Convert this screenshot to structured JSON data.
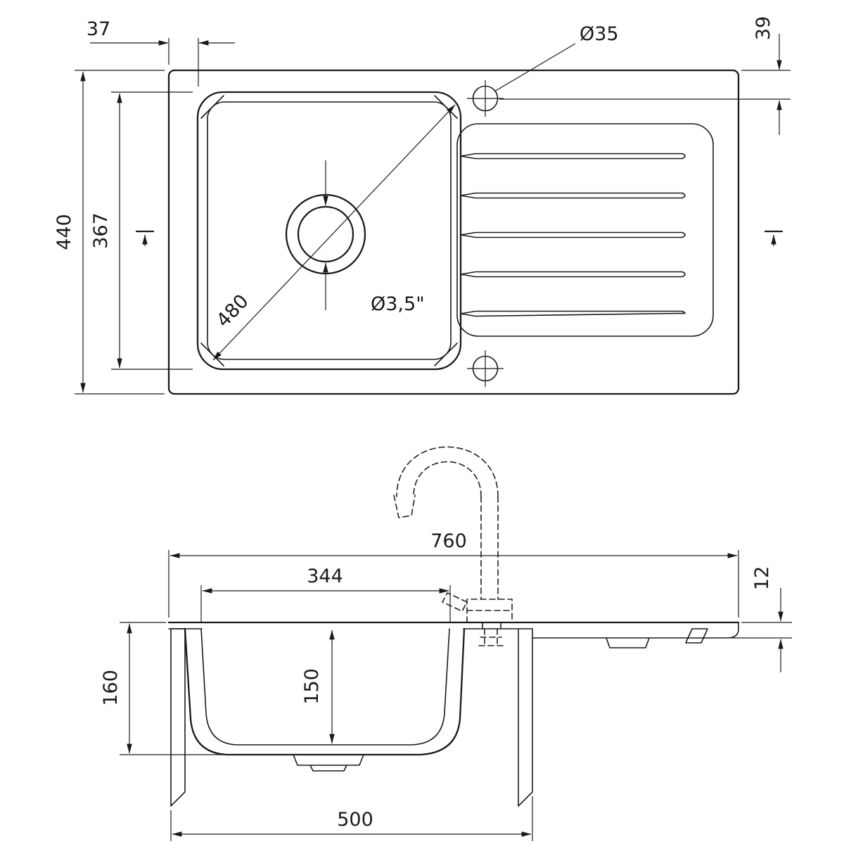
{
  "drawing": {
    "type": "technical-drawing",
    "subject": "Kitchen sink with drainer board - dimensional drawing (top view and section)",
    "line_color": "#1a1a1a",
    "background": "#ffffff",
    "top_view": {
      "dim_edge_offset": "37",
      "dim_tap_hole_diameter": "Ø35",
      "dim_tap_hole_offset": "39",
      "dim_overall_depth": "440",
      "dim_bowl_depth": "367",
      "dim_bowl_diagonal": "480",
      "dim_drain_diameter": "Ø3,5\""
    },
    "section_view": {
      "dim_overall_width": "760",
      "dim_bowl_inner_width": "344",
      "dim_rim_thickness": "12",
      "dim_bowl_outer_depth": "160",
      "dim_bowl_inner_depth": "150",
      "dim_base_width": "500"
    }
  }
}
